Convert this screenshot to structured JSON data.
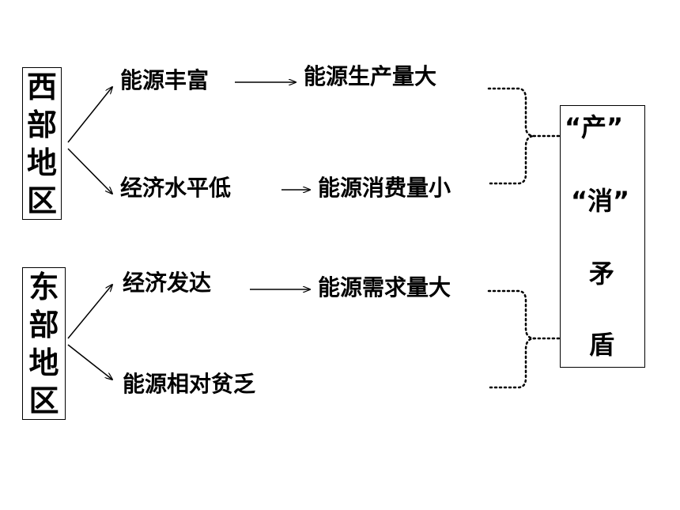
{
  "west_region": {
    "chars": [
      "西",
      "部",
      "地",
      "区"
    ]
  },
  "east_region": {
    "chars": [
      "东",
      "部",
      "地",
      "区"
    ]
  },
  "west": {
    "cause1": "能源丰富",
    "cause2": "经济水平低",
    "effect1": "能源生产量大",
    "effect2": "能源消费量小"
  },
  "east": {
    "cause1": "经济发达",
    "cause2": "能源相对贫乏",
    "effect1": "能源需求量大"
  },
  "conclusion": {
    "line1": "“产”",
    "line2": "“消”",
    "line3": "矛",
    "line4": "盾"
  }
}
